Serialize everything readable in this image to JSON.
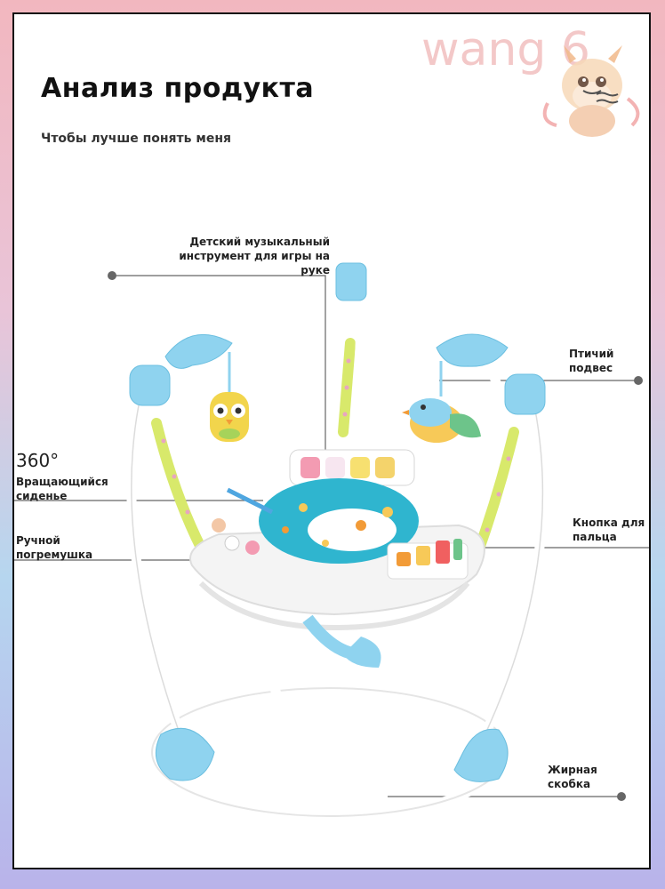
{
  "header": {
    "title": "Анализ продукта",
    "subtitle": "Чтобы лучше понять меня",
    "watermark": "wang 6"
  },
  "callouts": {
    "music_line1": "Детский музыкальный",
    "music_line2": "инструмент для игры на руке",
    "bird_line1": "Птичий",
    "bird_line2": "подвес",
    "seat_degree": "360°",
    "seat_line1": "Вращающийся",
    "seat_line2": "сиденье",
    "button_line1": "Кнопка для",
    "button_line2": "пальца",
    "rattle_line1": "Ручной",
    "rattle_line2": "погремушка",
    "frame_line1": "Жирная",
    "frame_line2": "скобка"
  },
  "colors": {
    "frame": "#ffffff",
    "accent_blue": "#8fd3ef",
    "seat_teal": "#2fb5cf",
    "strap_yellow": "#d8e96b",
    "line": "#666666"
  },
  "icons": [
    "dragon-mascot-icon",
    "owl-toy-icon",
    "bird-toy-icon",
    "dolphin-icon"
  ]
}
